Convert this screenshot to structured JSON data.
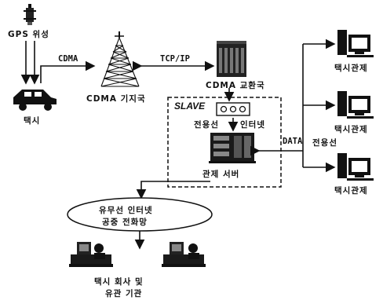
{
  "labels": {
    "gps": "GPS 위성",
    "taxi": "택시",
    "cdma_link": "CDMA",
    "cdma_base": "CDMA 기지국",
    "tcpip": "TCP/IP",
    "cdma_exchange": "CDMA 교환국",
    "slave": "SLAVE",
    "dedicated_line": "전용선",
    "internet": "인터넷",
    "data": "DATA",
    "dedicated_line_2": "전용선",
    "control_server": "관제 서버",
    "network_line1": "유무선 인터넷",
    "network_line2": "공중 전화망",
    "company_line1": "택시 회사 및",
    "company_line2": "유관 기관",
    "taxi_control_1": "택시관제",
    "taxi_control_2": "택시관제",
    "taxi_control_3": "택시관제"
  },
  "icons": [
    "satellite-icon",
    "taxi-car-icon",
    "cell-tower-icon",
    "exchange-building-icon",
    "modem-icon",
    "server-rack-icon",
    "desktop-computer-icon",
    "office-desk-icon"
  ],
  "colors": {
    "ink": "#111111",
    "background": "#ffffff"
  }
}
